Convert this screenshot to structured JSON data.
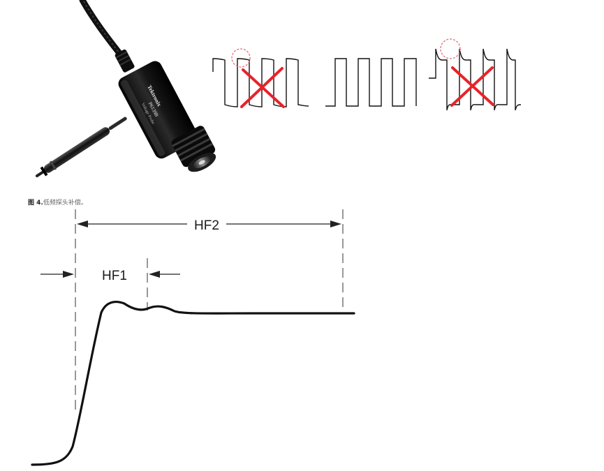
{
  "caption": {
    "figure_number": "图 4.",
    "text": "低频探头补偿。"
  },
  "probe": {
    "brand_text": "Tektronix",
    "model_text": "P6139B",
    "subtitle_text": "Voltage Probe"
  },
  "waveforms": [
    {
      "state": "under-compensated",
      "rejected": true
    },
    {
      "state": "correctly-compensated",
      "rejected": false
    },
    {
      "state": "over-compensated",
      "rejected": true
    }
  ],
  "step_response": {
    "labels": {
      "hf1": "HF1",
      "hf2": "HF2"
    }
  },
  "colors": {
    "trace": "#111111",
    "reject_cross": "#e8232a",
    "highlight_circle": "#e86b7a",
    "dimension_line": "#222222",
    "guide_line": "#555555"
  }
}
